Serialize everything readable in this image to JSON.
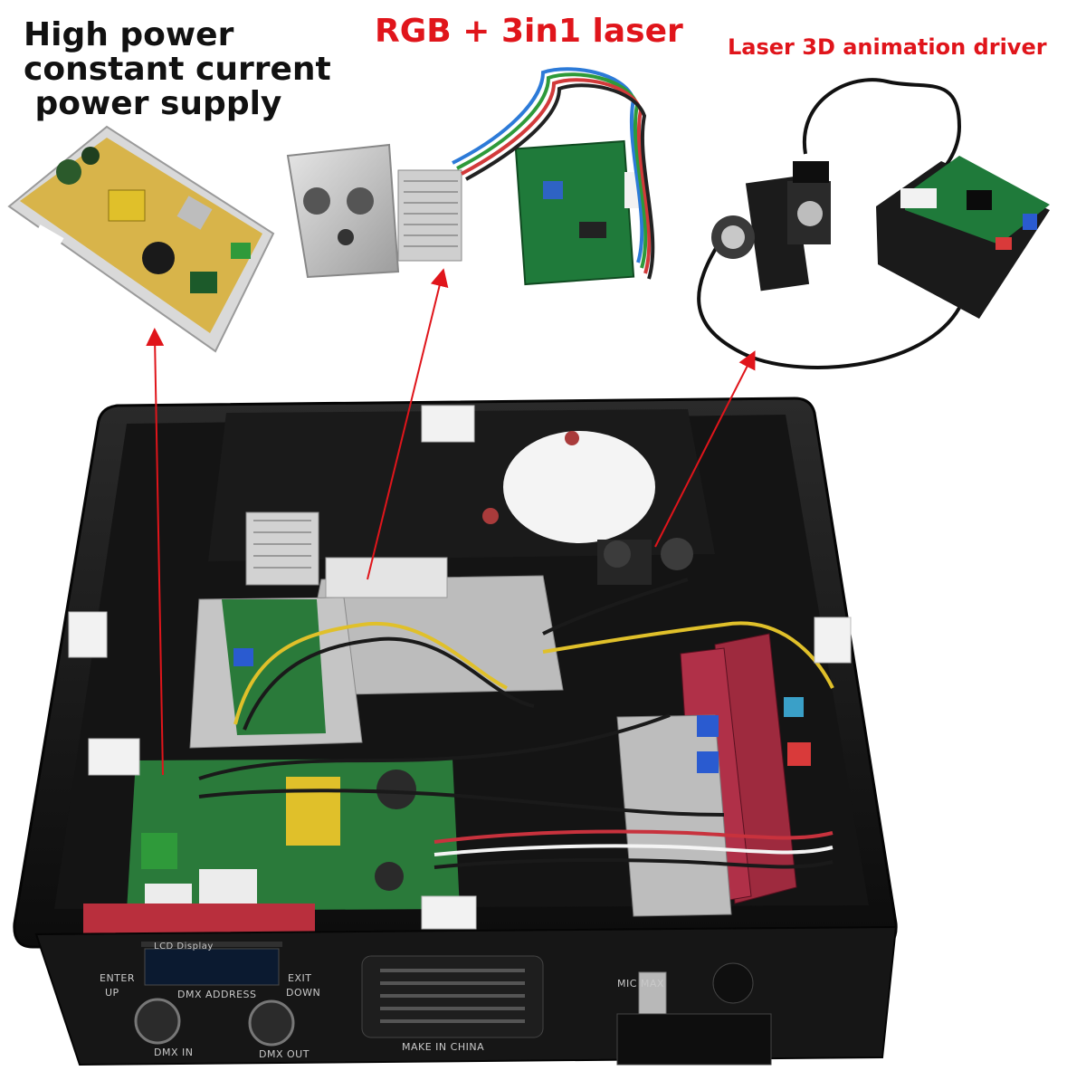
{
  "labels": {
    "power_supply": [
      "High power",
      "constant current",
      " power supply"
    ],
    "laser_module": "RGB + 3in1 laser",
    "animation_driver": "Laser 3D animation driver"
  },
  "panel_text": {
    "lcd": "LCD Display",
    "enter": "ENTER",
    "up": "UP",
    "exit": "EXIT",
    "down": "DOWN",
    "dmx_address": "DMX ADDRESS",
    "dmx_in": "DMX IN",
    "dmx_out": "DMX OUT",
    "made_in": "MAKE IN CHINA",
    "mic_max": "MIC  MAX"
  },
  "colors": {
    "annotation_red": "#e0151b",
    "case_black": "#121212",
    "pcb_green": "#1f7a3a",
    "pcb_red": "#a3233a"
  }
}
